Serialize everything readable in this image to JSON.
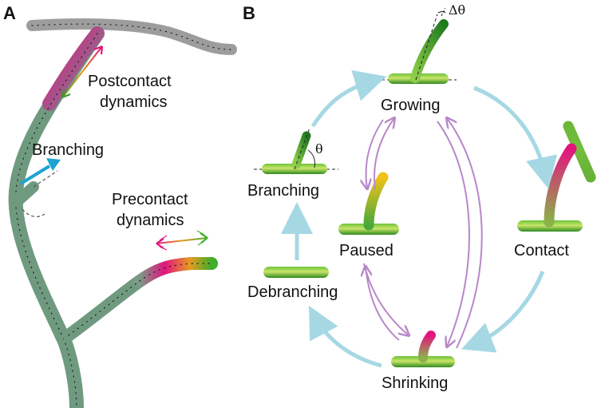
{
  "panel_a": {
    "letter": "A",
    "labels": {
      "postcontact_line1": "Postcontact",
      "postcontact_line2": "dynamics",
      "branching": "Branching",
      "precontact_line1": "Precontact",
      "precontact_line2": "dynamics"
    }
  },
  "panel_b": {
    "letter": "B",
    "states": {
      "growing": "Growing",
      "branching": "Branching",
      "paused": "Paused",
      "contact": "Contact",
      "debranching": "Debranching",
      "shrinking": "Shrinking"
    },
    "symbols": {
      "theta": "θ",
      "delta_theta": "Δθ"
    }
  },
  "colors": {
    "filament_green": "#3fae2a",
    "filament_dark_green": "#1e7a1e",
    "shaft_gray_green": "#6f9a80",
    "magenta": "#e3147f",
    "orange": "#e69a1f",
    "yellow": "#e8c81a",
    "cyan_arrow": "#1fa3d1",
    "transition_blue": "#a6d8e4",
    "transition_purple": "#b788c9"
  }
}
